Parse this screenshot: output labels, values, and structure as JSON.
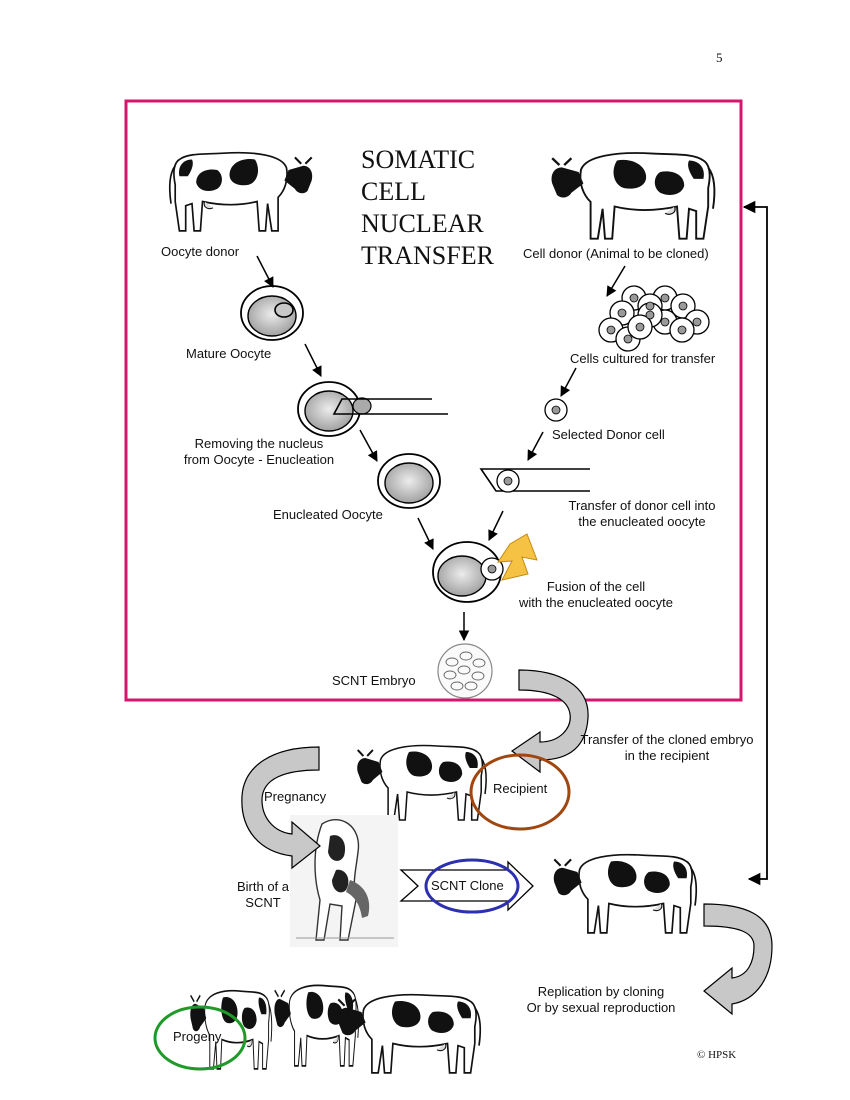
{
  "page": {
    "number": "5",
    "copyright": "© HPSK"
  },
  "title": {
    "lines": [
      "SOMATIC",
      "CELL",
      "NUCLEAR",
      "TRANSFER"
    ]
  },
  "labels": {
    "oocyte_donor": "Oocyte donor",
    "cell_donor": "Cell donor (Animal to be cloned)",
    "mature_oocyte": "Mature Oocyte",
    "cells_cultured": "Cells cultured for transfer",
    "removing_nucleus_1": "Removing the nucleus",
    "removing_nucleus_2": "from Oocyte - Enucleation",
    "selected_donor": "Selected Donor cell",
    "enucleated_oocyte": "Enucleated Oocyte",
    "transfer_donor_1": "Transfer of donor cell into",
    "transfer_donor_2": "the enucleated oocyte",
    "fusion_1": "Fusion of the cell",
    "fusion_2": "with the enucleated oocyte",
    "scnt_embryo": "SCNT Embryo",
    "transfer_cloned_1": "Transfer of the cloned embryo",
    "transfer_cloned_2": "in the recipient",
    "recipient": "Recipient",
    "pregnancy": "Pregnancy",
    "birth_1": "Birth of a",
    "birth_2": "SCNT",
    "scnt_clone": "SCNT Clone",
    "replication_1": "Replication by cloning",
    "replication_2": "Or by sexual reproduction",
    "progeny": "Progeny"
  },
  "colors": {
    "frame": "#d6156c",
    "recipient_ring": "#a0460f",
    "clone_ring": "#2b2fb0",
    "progeny_ring": "#1f9a2a",
    "cell_fill": "#bdbdbd",
    "bolt": "#f5c243"
  },
  "icons": {
    "cow": "cow-illustration",
    "calf_birth": "calf-birth-illustration",
    "cell": "cell-icon",
    "pipette": "pipette-icon",
    "lightning": "lightning-bolt-icon",
    "embryo": "embryo-icon",
    "curved_arrow": "curved-arrow-icon"
  }
}
